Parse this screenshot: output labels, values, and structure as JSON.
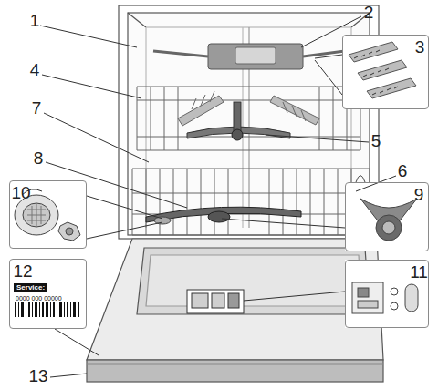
{
  "diagram": {
    "nodes": [
      {
        "text": [
          "3"
        ]
      },
      {
        "text": [
          "10"
        ]
      },
      {
        "text": [
          "9"
        ]
      },
      {
        "text": [
          "12",
          "Service:",
          "0000 000 00000"
        ]
      },
      {
        "text": [
          "11"
        ]
      }
    ],
    "labels": [
      "1",
      "2",
      "4",
      "7",
      "5",
      "8",
      "6",
      "13"
    ]
  }
}
